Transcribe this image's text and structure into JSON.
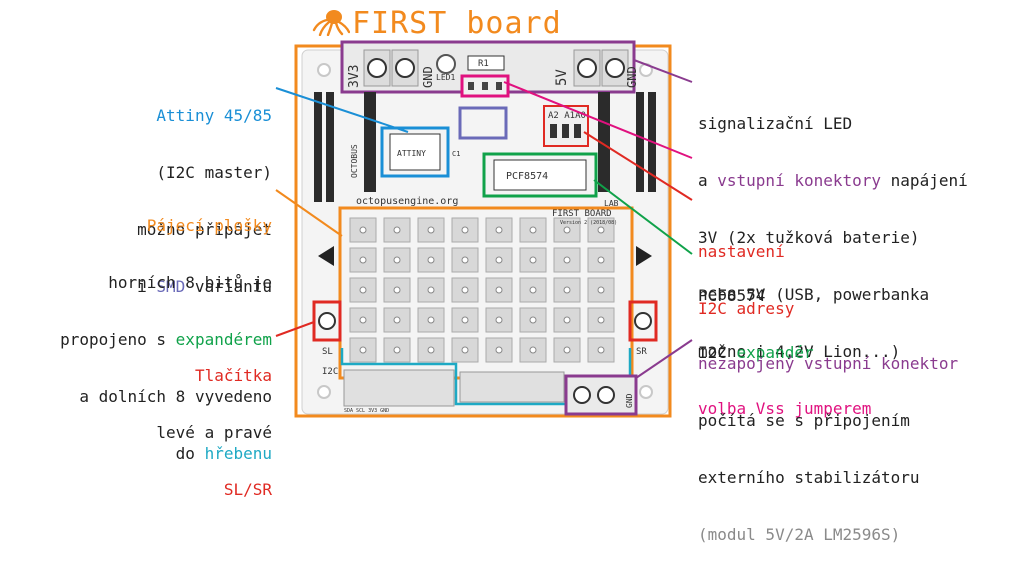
{
  "title": "FIRST board",
  "board": {
    "labels": {
      "v33": "3V3",
      "gnd": "GND",
      "led1": "LED1",
      "r1": "R1",
      "v5": "5V",
      "gnd2": "GND",
      "attiny": "ATTINY",
      "c1": "C1",
      "octobus": "OCTOBUS",
      "pcf": "PCF8574",
      "addr": "A2 A1A0",
      "url": "octopusengine.org",
      "board_name": "FIRST BOARD",
      "version": "Version 2 (2018/08)",
      "sl": "SL",
      "sr": "SR",
      "i2c": "I2C",
      "gnd3": "GND",
      "pins": "SDA SCL 3V3 GND",
      "lab": "LAB"
    }
  },
  "notes": {
    "attiny": {
      "l1": "Attiny 45/85",
      "l2": "(I2C master)",
      "l3": "možno připájet",
      "l4a": "i ",
      "l4b": "SMD",
      "l4c": " variantu"
    },
    "pads": {
      "l1": "Pájecí plošky",
      "l2": "horních 8 bitů je",
      "l3a": "propojeno s ",
      "l3b": "expandérem",
      "l4": "a dolních 8 vyvedeno",
      "l5a": "do ",
      "l5b": "hřebenu"
    },
    "buttons": {
      "l1": "Tlačítka",
      "l2": "levé a pravé",
      "l3": "SL/SR"
    },
    "led": {
      "l1": "signalizační LED",
      "l2a": "a ",
      "l2b": "vstupní konektory",
      "l2c": " napájení",
      "l3": "3V (2x tužková baterie)",
      "l4": "nebo 5V (USB, powerbanka",
      "l5": "možno i 4,2V Lion...)",
      "l6": "volba Vss jumperem"
    },
    "address": {
      "l1": "nastavení",
      "l2": "I2C adresy"
    },
    "expander": {
      "l1": "PCF8574",
      "l2a": "I2C ",
      "l2b": "expandér"
    },
    "connector": {
      "l1": "nezapojený vstupní konektor",
      "l2": "počítá se s připojením",
      "l3": "externího stabilizátoru",
      "l4": "(modul 5V/2A LM2596S)"
    }
  },
  "colors": {
    "orange": "#f28a1e",
    "blue": "#1a8fd6",
    "purple": "#8a3b8f",
    "magenta": "#e0117f",
    "red": "#e02a23",
    "green": "#10a24a",
    "cyan": "#1ea9c4",
    "board": "#f4f4f4"
  }
}
